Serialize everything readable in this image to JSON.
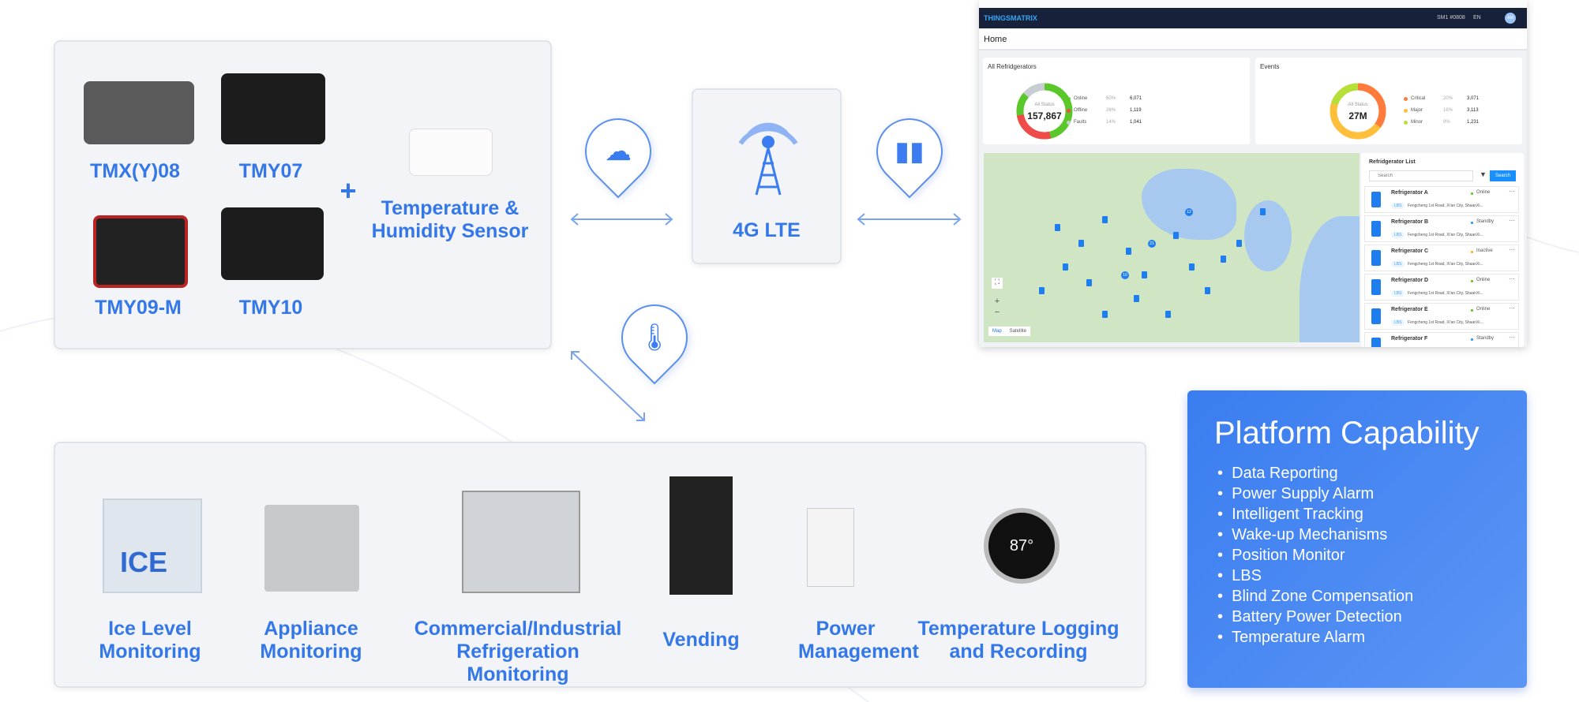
{
  "devices": [
    {
      "label": "TMX(Y)08"
    },
    {
      "label": "TMY07"
    },
    {
      "label": "TMY09-M"
    },
    {
      "label": "TMY10"
    }
  ],
  "plus": "+",
  "sensor_label": "Temperature & Humidity Sensor",
  "network": {
    "label": "4G LTE"
  },
  "applications": [
    {
      "label": "Ice Level Monitoring",
      "sign": "ICE"
    },
    {
      "label": "Appliance Monitoring"
    },
    {
      "label": "Commercial/Industrial Refrigeration Monitoring"
    },
    {
      "label": "Vending"
    },
    {
      "label": "Power Management"
    },
    {
      "label": "Temperature Logging and Recording",
      "reading": "87°"
    }
  ],
  "platform": {
    "title": "Platform Capability",
    "items": [
      "Data Reporting",
      "Power Supply Alarm",
      "Intelligent Tracking",
      "Wake-up Mechanisms",
      "Position Monitor",
      "LBS",
      "Blind Zone Compensation",
      "Battery Power Detection",
      "Temperature Alarm"
    ]
  },
  "dashboard": {
    "brand": "THINGSMATRIX",
    "org": "SM1 #0808",
    "lang": "EN",
    "avatar": "AM",
    "page_title": "Home",
    "refrigerators": {
      "title": "All Refridgerators",
      "center_label": "All Status",
      "total": "157,867",
      "legend": [
        {
          "name": "Online",
          "pct": "60%",
          "count": "6,071",
          "color": "#5ac82b"
        },
        {
          "name": "Offline",
          "pct": "26%",
          "count": "1,119",
          "color": "#f04b4b"
        },
        {
          "name": "Faults",
          "pct": "14%",
          "count": "1,041",
          "color": "#c8ccd4"
        }
      ]
    },
    "events": {
      "title": "Events",
      "center_label": "All Status",
      "total": "27M",
      "legend": [
        {
          "name": "Critical",
          "pct": "20%",
          "count": "3,071",
          "color": "#ff7a3d"
        },
        {
          "name": "Major",
          "pct": "16%",
          "count": "3,113",
          "color": "#ffbf3a"
        },
        {
          "name": "Minor",
          "pct": "9%",
          "count": "1,231",
          "color": "#b5e03a"
        }
      ]
    },
    "map": {
      "zoom_in": "+",
      "zoom_out": "−",
      "tabs": [
        "Map",
        "Satellite"
      ],
      "clusters": [
        "12",
        "10",
        "21"
      ]
    },
    "list": {
      "title": "Refridgerator List",
      "search_placeholder": "Search",
      "search_button": "Search",
      "badge": "LBS",
      "items": [
        {
          "name": "Refrigerator A",
          "status": "Online",
          "color": "#52c41a",
          "address": "Fengcheng 1st Road, Xi'an City, ShaanXi..."
        },
        {
          "name": "Refrigerator B",
          "status": "Standby",
          "color": "#1890ff",
          "address": "Fengcheng 1st Road, Xi'an City, ShaanXi..."
        },
        {
          "name": "Refrigerator C",
          "status": "Inactive",
          "color": "#faad14",
          "address": "Fengcheng 1st Road, Xi'an City, ShaanXi..."
        },
        {
          "name": "Refrigerator D",
          "status": "Online",
          "color": "#52c41a",
          "address": "Fengcheng 1st Road, Xi'an City, ShaanXi..."
        },
        {
          "name": "Refrigerator E",
          "status": "Online",
          "color": "#52c41a",
          "address": "Fengcheng 1st Road, Xi'an City, ShaanXi..."
        },
        {
          "name": "Refrigerator F",
          "status": "Standby",
          "color": "#1890ff",
          "address": ""
        }
      ]
    }
  }
}
